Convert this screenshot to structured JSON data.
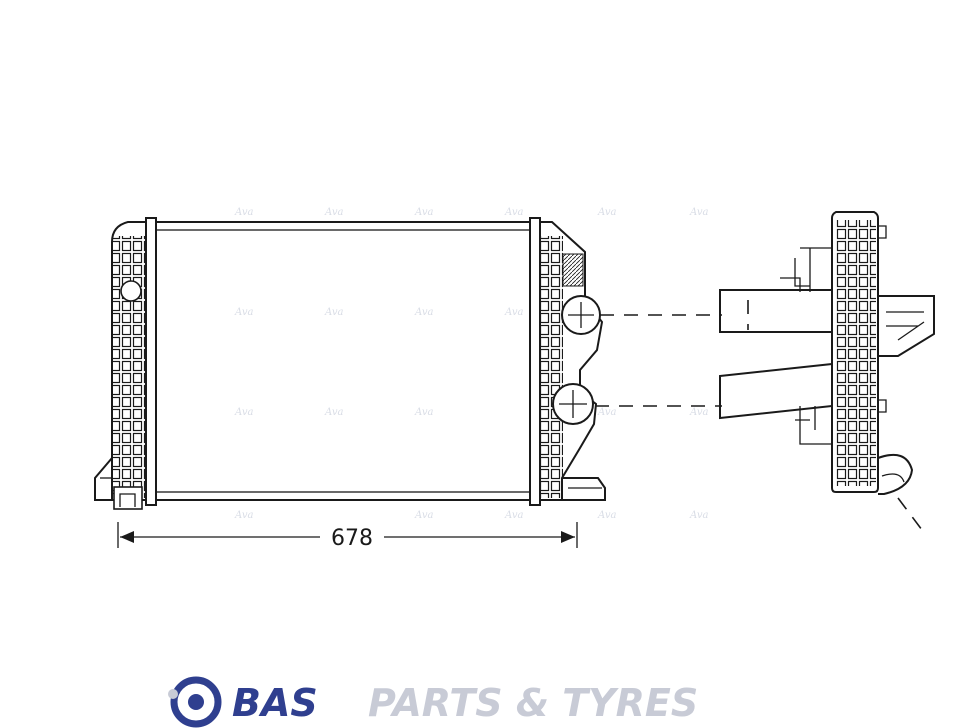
{
  "dimension": {
    "width_label": "678"
  },
  "logo": {
    "brand": "BAS",
    "tagline": "PARTS & TYRES",
    "colors": {
      "brand": "#2f3f8f",
      "tagline": "#c8cbd6"
    },
    "icon": "bas-emblem-icon"
  }
}
